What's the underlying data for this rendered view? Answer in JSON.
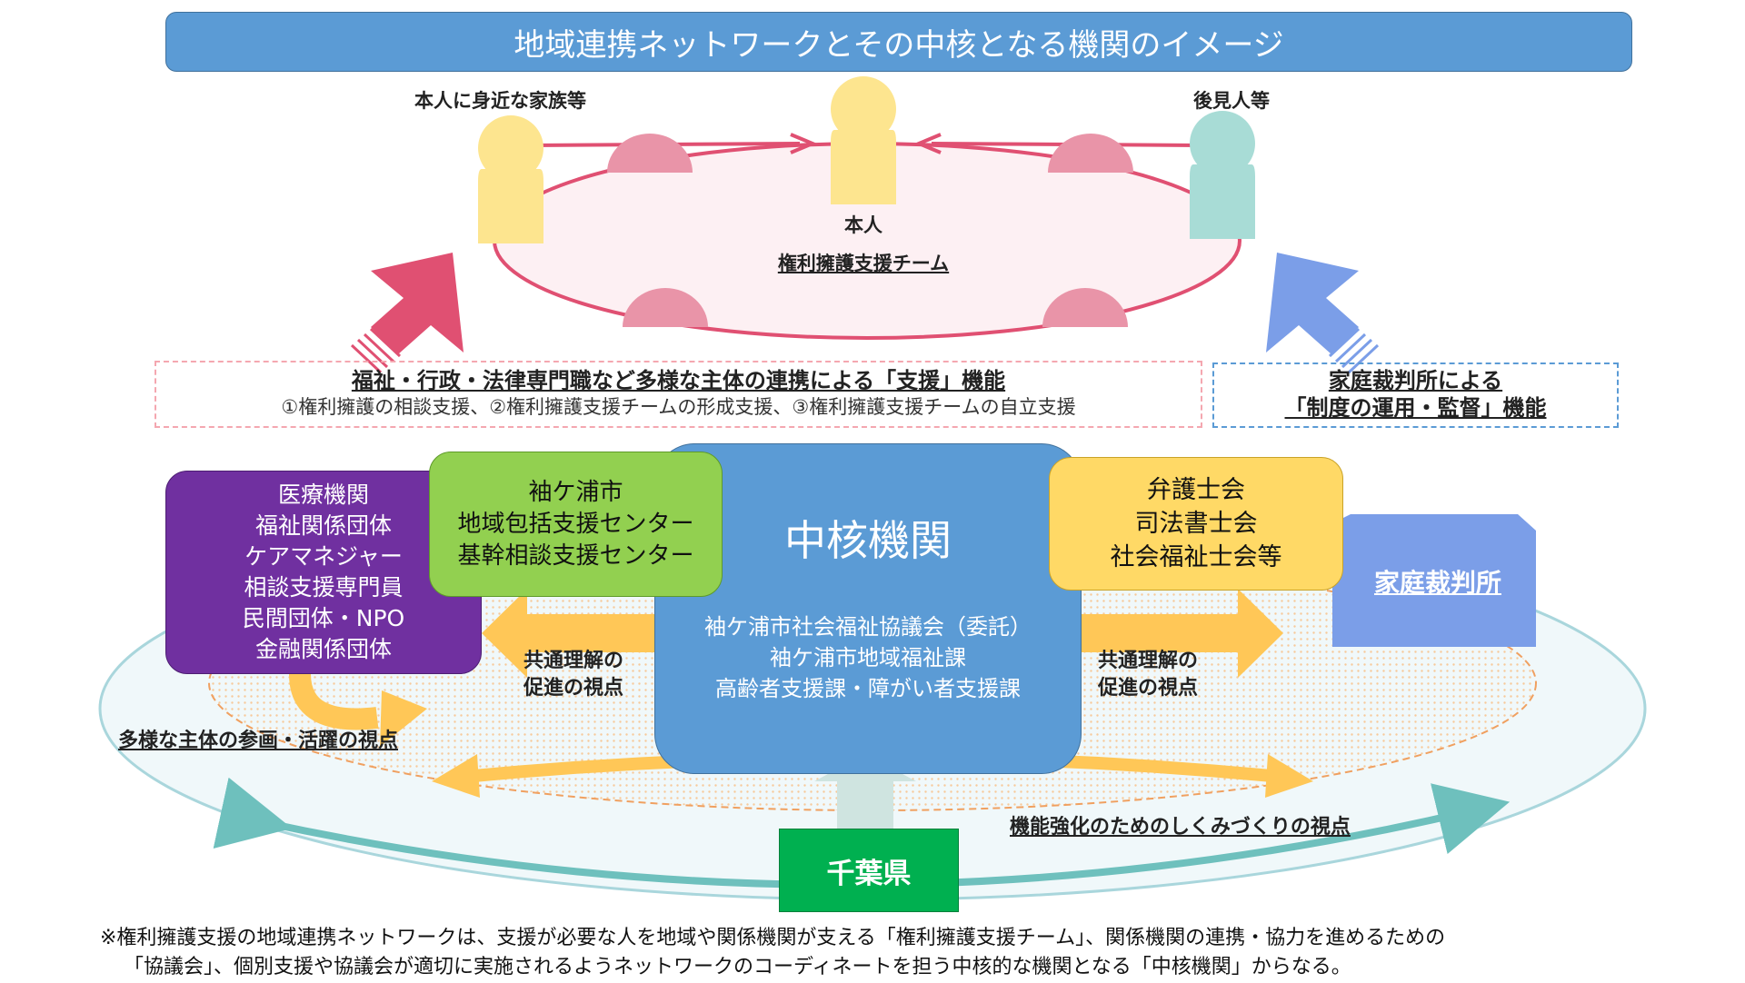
{
  "title": "地域連携ネットワークとその中核となる機関のイメージ",
  "team": {
    "family_label": "本人に身近な家族等",
    "guardian_label": "後見人等",
    "person_label": "本人",
    "team_label": "権利擁護支援チーム"
  },
  "support_box": {
    "heading": "福祉・行政・法律専門職など多様な主体の連携による「支援」機能",
    "subtext": "①権利擁護の相談支援、②権利擁護支援チームの形成支援、③権利擁護支援チームの自立支援"
  },
  "court_box": {
    "line1": "家庭裁判所による",
    "line2": "「制度の運用・監督」機能"
  },
  "orgs": {
    "purple": [
      "医療機関",
      "福祉関係団体",
      "ケアマネジャー",
      "相談支援専門員",
      "民間団体・NPO",
      "金融関係団体"
    ],
    "green": [
      "袖ケ浦市",
      "地域包括支援センター",
      "基幹相談支援センター"
    ],
    "gold": [
      "弁護士会",
      "司法書士会",
      "社会福祉士会等"
    ],
    "core_title": "中核機関",
    "core_sub": [
      "袖ケ浦市社会福祉協議会（委託）",
      "袖ケ浦市地域福祉課",
      "高齢者支援課・障がい者支援課"
    ],
    "court": "家庭裁判所",
    "chiba": "千葉県"
  },
  "perspectives": {
    "common_left": [
      "共通理解の",
      "促進の視点"
    ],
    "common_right": [
      "共通理解の",
      "促進の視点"
    ],
    "diverse": "多様な主体の参画・活躍の視点",
    "mechanism": "機能強化のためのしくみづくりの視点"
  },
  "note": {
    "line1": "※権利擁護支援の地域連携ネットワークは、支援が必要な人を地域や関係機関が支える「権利擁護支援チーム」、関係機関の連携・協力を進めるための",
    "line2": "「協議会」、個別支援や協議会が適切に実施されるようネットワークのコーディネートを担う中核的な機関となる「中核機関」からなる。"
  },
  "colors": {
    "title_bar": "#5b9bd5",
    "support_arrow": "#e05072",
    "court_arrow": "#7b9ee8",
    "core": "#5b9bd5",
    "purple_box": "#7030a0",
    "green_box": "#92d050",
    "gold_box": "#ffd966",
    "chiba_box": "#00b050",
    "ring_teal": "#6ec0bd",
    "orange_arrow": "#ffc757"
  }
}
